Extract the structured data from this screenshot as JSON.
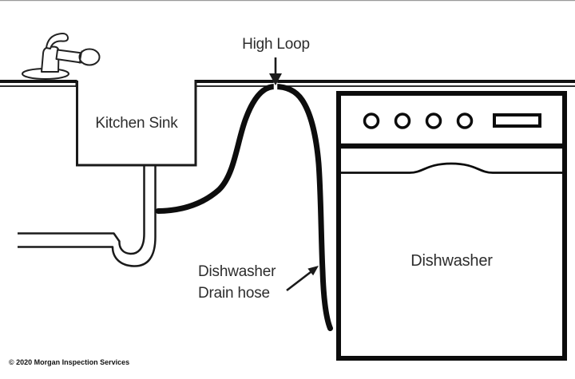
{
  "labels": {
    "high_loop": "High Loop",
    "kitchen_sink": "Kitchen Sink",
    "dishwasher": "Dishwasher",
    "drain_hose_line1": "Dishwasher",
    "drain_hose_line2": "Drain hose",
    "copyright": "© 2020 Morgan Inspection Services"
  },
  "dishwasher_panel": {
    "knob_count": 4,
    "has_display": true
  },
  "colors": {
    "line": "#1a1a1a",
    "hose": "#0d0d0d",
    "text": "#2d2d2d",
    "background": "#ffffff",
    "top_edge": "#9a9a9a"
  }
}
